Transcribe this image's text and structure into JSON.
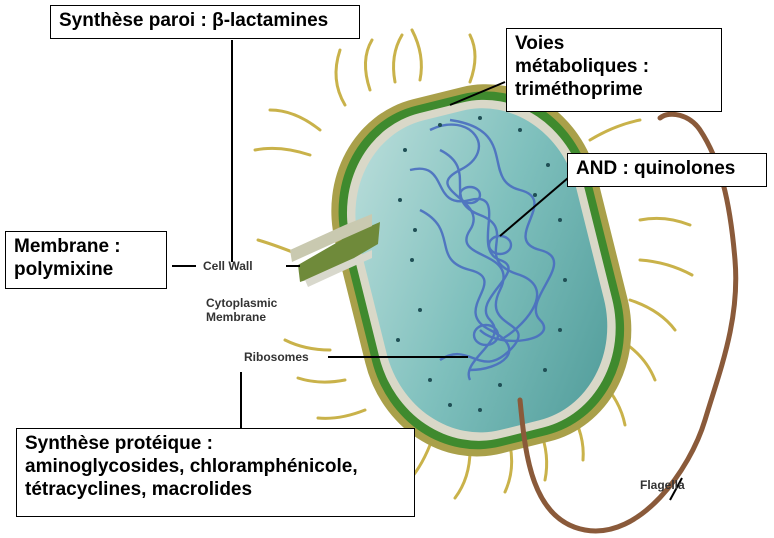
{
  "callouts": {
    "cell_wall_synthesis": "Synthèse paroi : β-lactamines",
    "metabolic": [
      "Voies",
      "métaboliques :",
      "triméthoprime"
    ],
    "dna": "AND : quinolones",
    "membrane": [
      "Membrane :",
      "polymixine"
    ],
    "protein": [
      "Synthèse protéique :",
      "aminoglycosides, chloramphénicole,",
      "tétracyclines, macrolides"
    ]
  },
  "diagram_labels": {
    "cell_wall": "Cell Wall",
    "cytoplasmic_membrane": [
      "Cytoplasmic",
      "Membrane"
    ],
    "ribosomes": "Ribosomes",
    "flagella": "Flagella"
  }
}
